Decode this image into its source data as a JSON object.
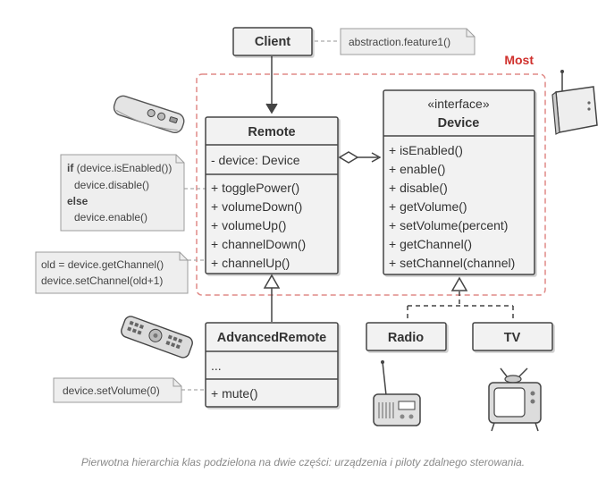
{
  "colors": {
    "accent": "#d0312d",
    "box_fill": "#f2f2f2",
    "note_fill": "#eeeeee",
    "stroke": "#444444"
  },
  "group_label": "Most",
  "client": {
    "title": "Client"
  },
  "client_note": {
    "text": "abstraction.feature1()"
  },
  "remote": {
    "title": "Remote",
    "fields": [
      "- device: Device"
    ],
    "methods": [
      "+ togglePower()",
      "+ volumeDown()",
      "+ volumeUp()",
      "+ channelDown()",
      "+ channelUp()"
    ]
  },
  "device": {
    "stereotype": "«interface»",
    "title": "Device",
    "methods": [
      "+ isEnabled()",
      "+ enable()",
      "+ disable()",
      "+ getVolume()",
      "+ setVolume(percent)",
      "+ getChannel()",
      "+ setChannel(channel)"
    ]
  },
  "advanced_remote": {
    "title": "AdvancedRemote",
    "fields": [
      "..."
    ],
    "methods": [
      "+ mute()"
    ]
  },
  "radio": {
    "title": "Radio"
  },
  "tv": {
    "title": "TV"
  },
  "toggle_note": {
    "line1_keyword": "if",
    "line1_rest": " (device.isEnabled())",
    "line2": "device.disable()",
    "line3_keyword": "else",
    "line4": "device.enable()"
  },
  "channel_note": {
    "line1": "old = device.getChannel()",
    "line2": "device.setChannel(old+1)"
  },
  "mute_note": {
    "text": "device.setVolume(0)"
  },
  "caption": "Pierwotna hierarchia klas podzielona na dwie części: urządzenia i piloty zdalnego sterowania.",
  "icons": [
    "remote-control-icon",
    "advanced-remote-icon",
    "router-device-icon",
    "radio-icon",
    "tv-icon"
  ]
}
